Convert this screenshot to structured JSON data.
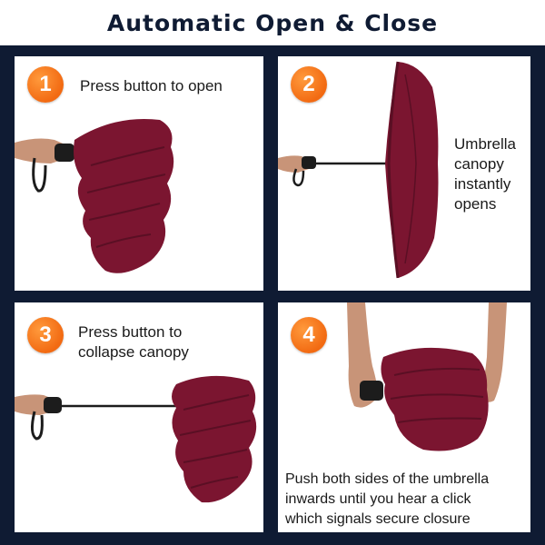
{
  "header": {
    "title": "Automatic Open & Close"
  },
  "steps": [
    {
      "number": "1",
      "text": "Press button to open"
    },
    {
      "number": "2",
      "lines": [
        "Umbrella",
        "canopy",
        "instantly",
        "opens"
      ]
    },
    {
      "number": "3",
      "lines": [
        "Press button to",
        "collapse canopy"
      ]
    },
    {
      "number": "4",
      "lines": [
        "Push both sides of the umbrella",
        "inwards until you hear a click",
        "which signals secure closure"
      ]
    }
  ],
  "colors": {
    "background": "#0f1b33",
    "badge": "#f26a12",
    "canopy": "#7b1530"
  }
}
